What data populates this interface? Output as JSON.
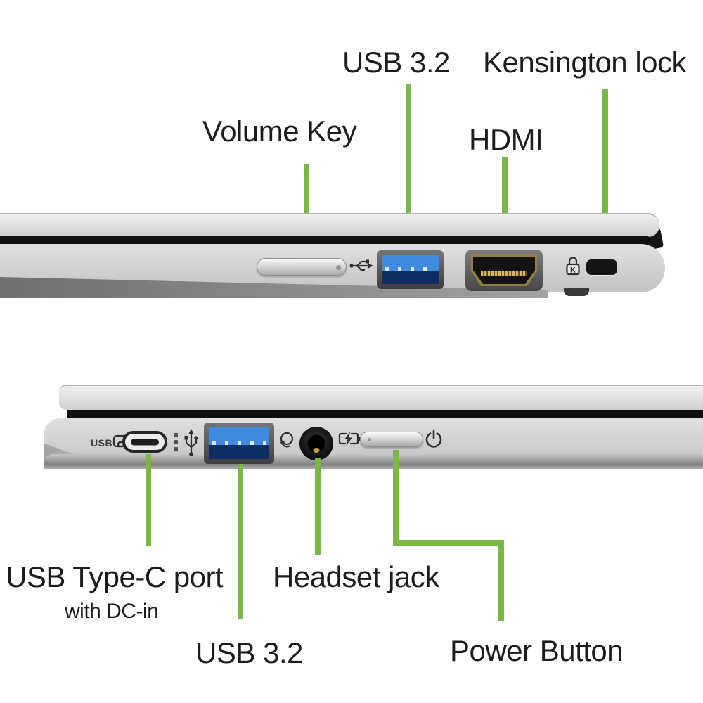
{
  "meta": {
    "description": "Laptop two side views with port callout labels"
  },
  "colors": {
    "accent_green": "#78b843",
    "label_text": "#1c1c1c",
    "usb_blue": "#3f8be0",
    "usb_blue_dark": "#0d2f63",
    "hdmi_gold": "#d8b65e",
    "body_silver": "#d6d6d6",
    "seam_black": "#101010"
  },
  "callouts": {
    "top": {
      "usb32": "USB 3.2",
      "kensington": "Kensington lock",
      "volume": "Volume Key",
      "hdmi": "HDMI"
    },
    "bottom": {
      "usb_c": "USB Type-C port",
      "usb_c_sub": "with DC-in",
      "headset": "Headset jack",
      "usb32": "USB 3.2",
      "power": "Power Button"
    }
  },
  "port_icons": {
    "usb_c_label_text": "USB",
    "kensington_letter": "K",
    "names": [
      "usb-trident-icon",
      "kensington-lock-icon",
      "usb-type-c-display-icon",
      "usb-trident-up-icon",
      "headset-icon",
      "battery-charge-icon",
      "power-icon"
    ]
  }
}
